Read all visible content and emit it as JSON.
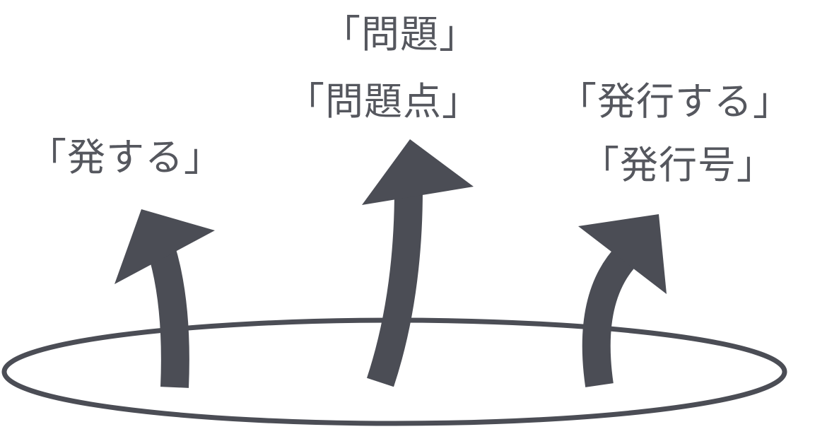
{
  "colors": {
    "text": "#55575e",
    "arrow": "#4b4d55",
    "ellipse_stroke": "#4b4d55",
    "background": "#ffffff"
  },
  "labels": {
    "left": "「発する」",
    "center_top": "「問題」",
    "center_bottom": "「問題点」",
    "right_top": "「発行する」",
    "right_bottom": "「発行号」"
  }
}
